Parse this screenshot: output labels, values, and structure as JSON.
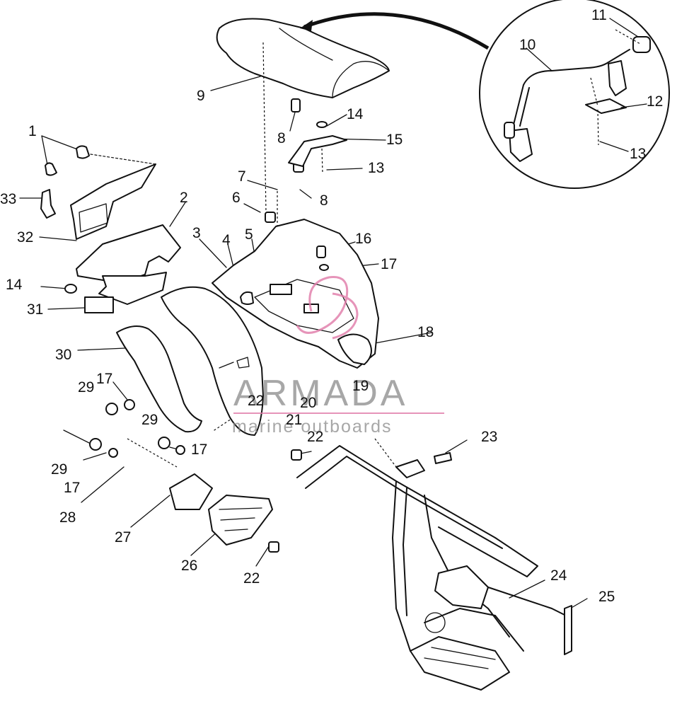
{
  "watermark": {
    "brand": "ARMADA",
    "tagline": "marine outboards",
    "accent_color": "#e07aa8"
  },
  "callouts": [
    {
      "id": "c1",
      "text": "1"
    },
    {
      "id": "c2",
      "text": "2"
    },
    {
      "id": "c3",
      "text": "3"
    },
    {
      "id": "c4",
      "text": "4"
    },
    {
      "id": "c5",
      "text": "5"
    },
    {
      "id": "c6",
      "text": "6"
    },
    {
      "id": "c7",
      "text": "7"
    },
    {
      "id": "c8a",
      "text": "8"
    },
    {
      "id": "c8b",
      "text": "8"
    },
    {
      "id": "c9",
      "text": "9"
    },
    {
      "id": "c10",
      "text": "10"
    },
    {
      "id": "c11",
      "text": "11"
    },
    {
      "id": "c12",
      "text": "12"
    },
    {
      "id": "c13a",
      "text": "13"
    },
    {
      "id": "c13b",
      "text": "13"
    },
    {
      "id": "c14a",
      "text": "14"
    },
    {
      "id": "c14b",
      "text": "14"
    },
    {
      "id": "c15",
      "text": "15"
    },
    {
      "id": "c16",
      "text": "16"
    },
    {
      "id": "c17a",
      "text": "17"
    },
    {
      "id": "c17b",
      "text": "17"
    },
    {
      "id": "c17c",
      "text": "17"
    },
    {
      "id": "c17d",
      "text": "17"
    },
    {
      "id": "c18",
      "text": "18"
    },
    {
      "id": "c19",
      "text": "19"
    },
    {
      "id": "c20",
      "text": "20"
    },
    {
      "id": "c21",
      "text": "21"
    },
    {
      "id": "c22a",
      "text": "22"
    },
    {
      "id": "c22b",
      "text": "22"
    },
    {
      "id": "c22c",
      "text": "22"
    },
    {
      "id": "c23",
      "text": "23"
    },
    {
      "id": "c24",
      "text": "24"
    },
    {
      "id": "c25",
      "text": "25"
    },
    {
      "id": "c26",
      "text": "26"
    },
    {
      "id": "c27",
      "text": "27"
    },
    {
      "id": "c28",
      "text": "28"
    },
    {
      "id": "c29a",
      "text": "29"
    },
    {
      "id": "c29b",
      "text": "29"
    },
    {
      "id": "c29c",
      "text": "29"
    },
    {
      "id": "c30",
      "text": "30"
    },
    {
      "id": "c31",
      "text": "31"
    },
    {
      "id": "c32",
      "text": "32"
    },
    {
      "id": "c33",
      "text": "33"
    }
  ]
}
